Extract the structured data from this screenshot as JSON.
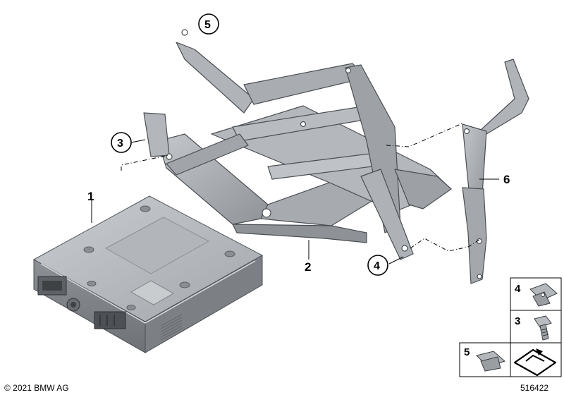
{
  "callouts": {
    "p1": "1",
    "p2": "2",
    "p3": "3",
    "p4": "4",
    "p5": "5",
    "p6": "6"
  },
  "legend": {
    "row4": "4",
    "row3": "3",
    "row5": "5"
  },
  "footer": {
    "copyright": "© 2021 BMW AG",
    "diagram_number": "516422"
  },
  "colors": {
    "part_light": "#b9bcc0",
    "part_mid": "#9a9ea3",
    "part_dark": "#6b6f74",
    "edge": "#3a3d40",
    "legend_border": "#000000"
  }
}
